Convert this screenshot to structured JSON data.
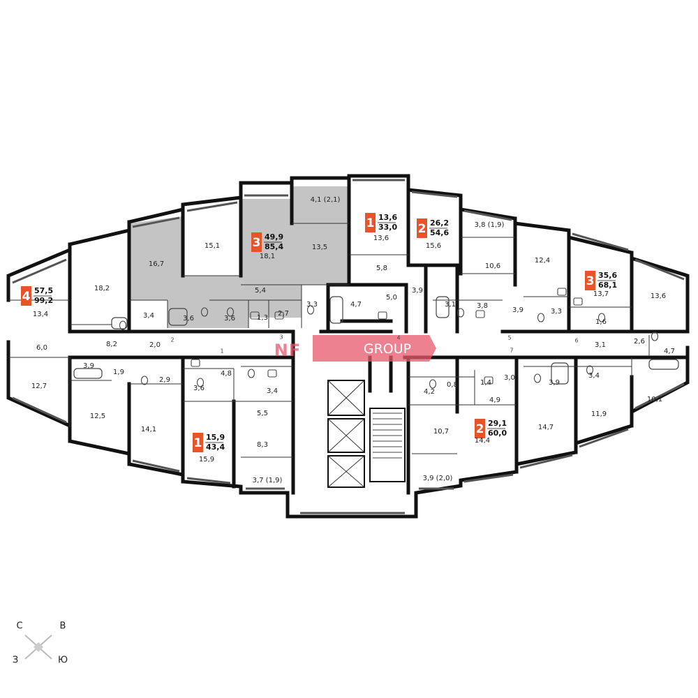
{
  "colors": {
    "wall": "#111111",
    "selected_fill": "#c4c4c4",
    "badge": "#e8542a",
    "logo": "#e9576b"
  },
  "apartments": [
    {
      "id": "apt-4-left",
      "rooms": "4",
      "living": "57,5",
      "total": "99,2"
    },
    {
      "id": "apt-3-selected",
      "rooms": "3",
      "living": "49,9",
      "total": "85,4"
    },
    {
      "id": "apt-1-top",
      "rooms": "1",
      "living": "13,6",
      "total": "33,0"
    },
    {
      "id": "apt-2-top",
      "rooms": "2",
      "living": "26,2",
      "total": "54,6"
    },
    {
      "id": "apt-3-right",
      "rooms": "3",
      "living": "35,6",
      "total": "68,1"
    },
    {
      "id": "apt-1-bottom",
      "rooms": "1",
      "living": "15,9",
      "total": "43,4"
    },
    {
      "id": "apt-2-bottom",
      "rooms": "2",
      "living": "29,1",
      "total": "60,0"
    }
  ],
  "room_labels": [
    "4,1 (2,1)",
    "15,1",
    "16,7",
    "18,1",
    "13,5",
    "13,6",
    "15,6",
    "3,8 (1,9)",
    "18,2",
    "10,6",
    "12,4",
    "5,8",
    "13,4",
    "5,4",
    "3,3",
    "4,7",
    "5,0",
    "3,9",
    "3,1",
    "3,8",
    "3,9",
    "3,3",
    "13,7",
    "13,6",
    "3,4",
    "3,6",
    "3,6",
    "1,3",
    "2,7",
    "1,6",
    "6,0",
    "8,2",
    "2,0",
    "3,1",
    "2,6",
    "4,7",
    "3,9",
    "1,9",
    "2,9",
    "3,6",
    "4,8",
    "3,4",
    "0,8",
    "1,4",
    "3,0",
    "3,9",
    "3,4",
    "12,7",
    "4,2",
    "4,9",
    "11,9",
    "10,1",
    "12,5",
    "14,1",
    "5,5",
    "10,7",
    "14,7",
    "8,3",
    "15,9",
    "14,4",
    "3,7 (1,9)",
    "3,9 (2,0)"
  ],
  "door_numbers": [
    "1",
    "2",
    "3",
    "4",
    "5",
    "6",
    "7"
  ],
  "logo": {
    "mark": "NF",
    "word": "GROUP"
  },
  "compass": {
    "north": "С",
    "east": "В",
    "west": "З",
    "south": "Ю"
  }
}
